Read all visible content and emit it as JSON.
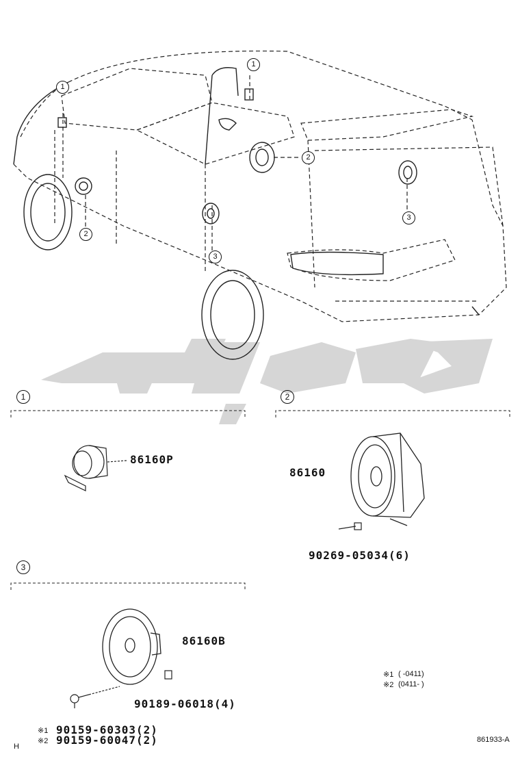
{
  "diagram": {
    "callouts": [
      "1",
      "1",
      "2",
      "2",
      "2",
      "3",
      "3",
      "3"
    ],
    "sections": [
      {
        "number": "1",
        "parts": [
          "86160P"
        ]
      },
      {
        "number": "2",
        "parts": [
          "86160",
          "90269-05034(6)"
        ]
      },
      {
        "number": "3",
        "parts": [
          "86160B",
          "90189-06018(4)",
          "90159-60303(2)",
          "90159-60047(2)"
        ]
      }
    ],
    "legend": {
      "note1_mark": "※1",
      "note1_text": "(        -0411)",
      "note2_mark": "※2",
      "note2_text": "(0411-        )"
    },
    "corner_left": "H",
    "figure_id": "861933-A",
    "watermark_color": "#d4d4d4"
  }
}
